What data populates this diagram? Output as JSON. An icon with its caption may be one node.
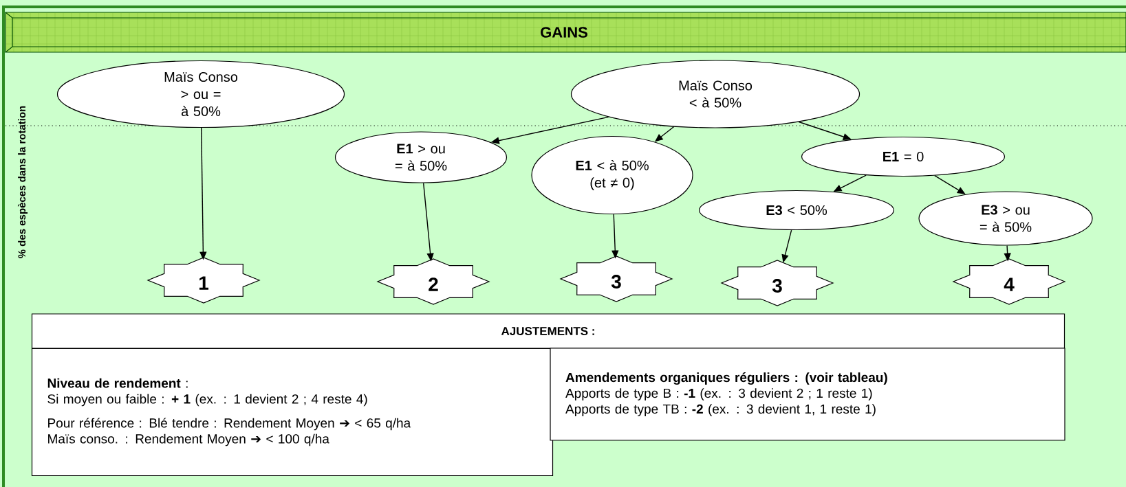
{
  "diagram": {
    "title": "GAINS",
    "nodes": [
      {
        "text": [
          "Maïs Conso > ou = à 50%"
        ]
      },
      {
        "text": [
          "Maïs Conso < à 50%"
        ]
      },
      {
        "text": [
          "**E1** > ou = à 50%"
        ]
      },
      {
        "text": [
          "**E1** < à 50% (et ≠ 0)"
        ]
      },
      {
        "text": [
          "**E1** = 0"
        ]
      },
      {
        "text": [
          "**E3** < 50%"
        ]
      },
      {
        "text": [
          "**E3** > ou = à 50%"
        ]
      },
      {
        "text": [
          "1"
        ]
      },
      {
        "text": [
          "2"
        ]
      },
      {
        "text": [
          "3"
        ]
      },
      {
        "text": [
          "3"
        ]
      },
      {
        "text": [
          "4"
        ]
      },
      {
        "text": [
          "AJUSTEMENTS :"
        ]
      },
      {
        "text": [
          "**Niveau de rendement** :",
          "Si moyen ou faible : **+ 1** (ex. : 1 devient 2 ; 4 reste 4)",
          "Pour référence : Blé tendre : Rendement Moyen ➔ < 65 q/ha",
          "Maïs conso. : Rendement Moyen ➔ < 100 q/ha"
        ]
      },
      {
        "text": [
          "Amendements organiques réguliers : (voir tableau)",
          "Apports de type B : **-1** (ex. : 3 devient 2 ; 1 reste 1)",
          "Apports de type TB : **-2** (ex. : 3 devient 1, 1 reste 1)"
        ]
      }
    ],
    "edges": [
      {
        "from": 0,
        "to": 7,
        "arrow": "to"
      },
      {
        "from": 1,
        "to": 2,
        "arrow": "to"
      },
      {
        "from": 1,
        "to": 3,
        "arrow": "to"
      },
      {
        "from": 1,
        "to": 4,
        "arrow": "to"
      },
      {
        "from": 2,
        "to": 8,
        "arrow": "to"
      },
      {
        "from": 3,
        "to": 9,
        "arrow": "to"
      },
      {
        "from": 4,
        "to": 5,
        "arrow": "to"
      },
      {
        "from": 4,
        "to": 6,
        "arrow": "to"
      },
      {
        "from": 5,
        "to": 10,
        "arrow": "to"
      },
      {
        "from": 6,
        "to": 11,
        "arrow": "to"
      }
    ],
    "labels": [
      "% des espèces dans la rotation"
    ]
  }
}
